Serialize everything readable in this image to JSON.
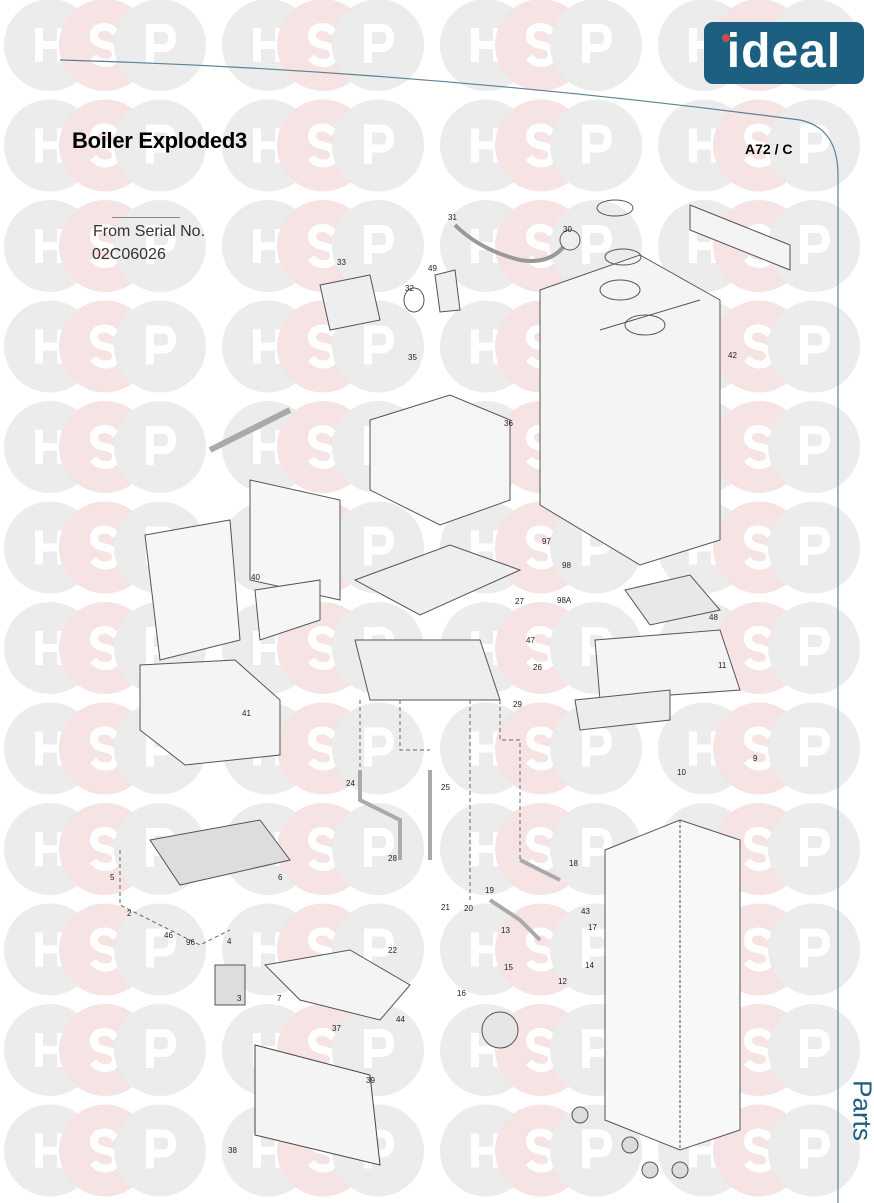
{
  "header": {
    "title": "Boiler Exploded3",
    "code": "A72 / C",
    "brand_logo": "ideal",
    "side_tab": "Parts"
  },
  "serial": {
    "label": "From Serial No.",
    "number": "02C06026"
  },
  "watermark": {
    "letters": [
      "H",
      "S",
      "P"
    ]
  },
  "colors": {
    "brand": "#1c5f80",
    "watermark_gray": "#ececec",
    "watermark_pink": "#f6e4e4"
  },
  "part_labels": [
    "31",
    "30",
    "33",
    "49",
    "32",
    "35",
    "42",
    "36",
    "40",
    "97",
    "98",
    "27",
    "98A",
    "48",
    "47",
    "26",
    "11",
    "41",
    "29",
    "10",
    "9",
    "24",
    "25",
    "28",
    "18",
    "5",
    "6",
    "19",
    "43",
    "20",
    "21",
    "2",
    "13",
    "17",
    "46",
    "96",
    "4",
    "22",
    "14",
    "15",
    "12",
    "16",
    "3",
    "7",
    "44",
    "37",
    "39",
    "38"
  ]
}
